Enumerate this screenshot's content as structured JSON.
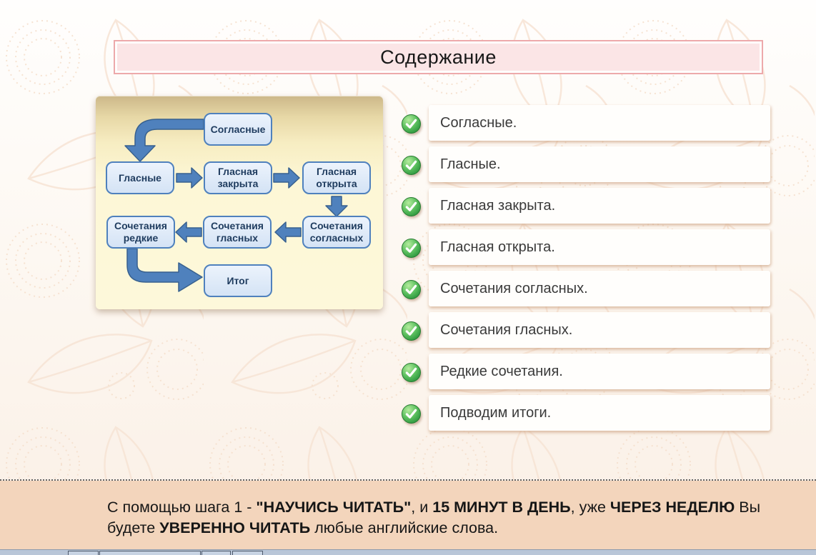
{
  "slide": {
    "title": "Содержание",
    "flowchart": {
      "nodes": [
        {
          "label": "Согласные"
        },
        {
          "label": "Гласные"
        },
        {
          "label": "Гласная закрыта"
        },
        {
          "label": "Гласная открыта"
        },
        {
          "label": "Сочетания согласных"
        },
        {
          "label": "Сочетания гласных"
        },
        {
          "label": "Сочетания редкие"
        },
        {
          "label": "Итог"
        }
      ]
    },
    "checklist": [
      {
        "icon": "check-circle-icon",
        "label": "Согласные."
      },
      {
        "icon": "check-circle-icon",
        "label": "Гласные."
      },
      {
        "icon": "check-circle-icon",
        "label": "Гласная закрыта."
      },
      {
        "icon": "check-circle-icon",
        "label": "Гласная открыта."
      },
      {
        "icon": "check-circle-icon",
        "label": "Сочетания согласных."
      },
      {
        "icon": "check-circle-icon",
        "label": "Сочетания гласных."
      },
      {
        "icon": "check-circle-icon",
        "label": "Редкие сочетания."
      },
      {
        "icon": "check-circle-icon",
        "label": "Подводим итоги."
      }
    ],
    "footer": {
      "segments": [
        {
          "text": "С помощью шага 1 - ",
          "bold": false
        },
        {
          "text": "\"НАУЧИСЬ ЧИТАТЬ\"",
          "bold": true
        },
        {
          "text": ", и ",
          "bold": false
        },
        {
          "text": "15 МИНУТ В ДЕНЬ",
          "bold": true
        },
        {
          "text": ", уже ",
          "bold": false
        },
        {
          "text": "ЧЕРЕЗ НЕДЕЛЮ",
          "bold": true
        },
        {
          "text": " Вы будете ",
          "bold": false
        },
        {
          "text": "УВЕРЕННО ЧИТАТЬ",
          "bold": true
        },
        {
          "text": " любые английские слова.",
          "bold": false
        }
      ]
    },
    "colors": {
      "title_bg": "#fbe5e6",
      "title_border": "#eda9ab",
      "panel_top": "#ccb789",
      "panel_bg": "#fdf8da",
      "node_fill": "#d4e3f5",
      "node_border": "#4f81bd",
      "node_text": "#1f3c5f",
      "arrow": "#4f81bd",
      "check_green": "#2f9940",
      "band_bg": "#f3d5bc",
      "bar_bg": "#fffefc",
      "strip_bg": "#b9c6d8"
    }
  }
}
